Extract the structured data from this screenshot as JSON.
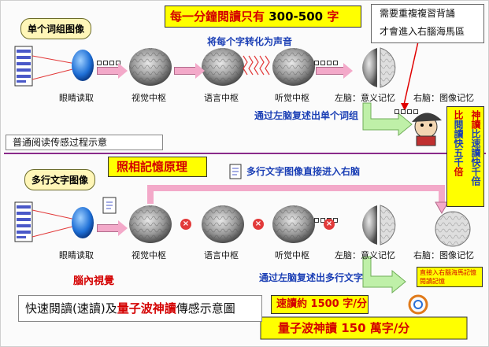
{
  "top": {
    "callout": "单个词组图像",
    "title_before": "每一分鐘閱讀只有",
    "title_number": " 300-500 ",
    "title_after": "字",
    "convert_label": "将每个字转化为声音",
    "labels": [
      "眼睛读取",
      "视觉中枢",
      "语言中枢",
      "听觉中枢",
      "左脑：意义记忆",
      "右脑：图像记忆"
    ],
    "retell": "通过左脑复述出单个词组",
    "section_label": "普通阅读传感过程示意"
  },
  "note": {
    "line1": "需要重複複習背誦",
    "line2": "才會進入右腦海馬區"
  },
  "side": {
    "col1": [
      "比",
      "閱讀快五千",
      "倍"
    ],
    "col2": [
      "神讀",
      "比速讀快千倍"
    ]
  },
  "bottom": {
    "callout": "多行文字图像",
    "photo_title": "照相記憶原理",
    "direct_label": "多行文字图像直接进入右脑",
    "labels": [
      "眼睛读取",
      "视觉中枢",
      "语言中枢",
      "听觉中枢",
      "左脑：意义记忆",
      "右脑：图像记忆"
    ],
    "retell": "通过左脑复述出多行文字",
    "brain_vision": "腦內視覺",
    "summary_a": "快速閱讀(速讀)及",
    "summary_b": "量子波神讀",
    "summary_c": "傳感示意圖",
    "speed1": "速讀約 1500 字/分",
    "speed2": "量子波神讀 150 萬字/分",
    "small_note_1": "直接入右腦海馬記憶",
    "small_note_2": "閱讀記憶"
  },
  "colors": {
    "highlight": "#ffff00",
    "title_red": "#d40000",
    "label_blue": "#1b3fb5",
    "divider_purple": "#8a2a8a",
    "green_arrow": "#bff0a8"
  }
}
